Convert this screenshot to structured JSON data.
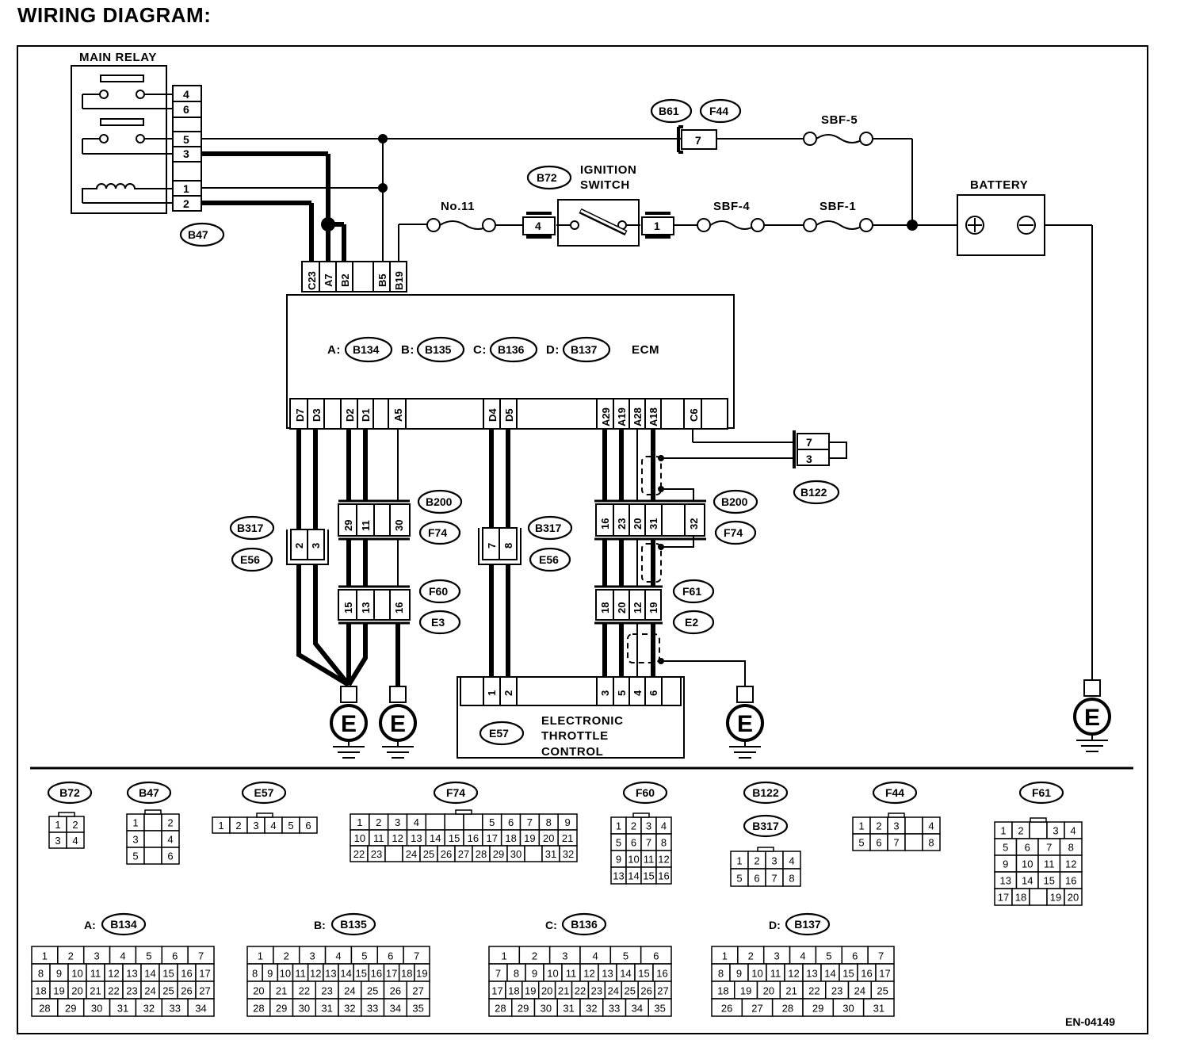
{
  "title": "WIRING DIAGRAM:",
  "doc_code": "EN-04149",
  "components": {
    "main_relay": {
      "label": "MAIN RELAY",
      "connector": "B47",
      "pins": [
        "4",
        "6",
        "5",
        "3",
        "1",
        "2"
      ]
    },
    "ecm": {
      "label": "ECM",
      "connectors": [
        {
          "prefix": "A:",
          "id": "B134"
        },
        {
          "prefix": "B:",
          "id": "B135"
        },
        {
          "prefix": "C:",
          "id": "B136"
        },
        {
          "prefix": "D:",
          "id": "B137"
        }
      ],
      "top_pins": [
        "C23",
        "A7",
        "B2",
        "B5",
        "B19"
      ],
      "bottom_pins_left": [
        "D7",
        "D3",
        "D2",
        "D1",
        "A5"
      ],
      "bottom_pins_mid": [
        "D4",
        "D5"
      ],
      "bottom_pins_right": [
        "A29",
        "A19",
        "A28",
        "A18",
        "C6"
      ]
    },
    "ignition_switch": {
      "label_1": "IGNITION",
      "label_2": "SWITCH",
      "connector": "B72",
      "pin_in": "4",
      "pin_out": "1"
    },
    "battery": {
      "label": "BATTERY"
    },
    "fuses": {
      "no11": "No.11",
      "sbf4": "SBF-4",
      "sbf1": "SBF-1",
      "sbf5": "SBF-5"
    },
    "b61_f44": {
      "c1": "B61",
      "c2": "F44",
      "pin": "7"
    },
    "b122": {
      "id": "B122",
      "pins": [
        "7",
        "3"
      ]
    },
    "throttle": {
      "id": "E57",
      "line1": "ELECTRONIC",
      "line2": "THROTTLE",
      "line3": "CONTROL",
      "pins_left": [
        "1",
        "2"
      ],
      "pins_right": [
        "3",
        "5",
        "4",
        "6"
      ]
    },
    "joints": {
      "b317_left": {
        "c1": "B317",
        "c2": "E56",
        "pins": [
          "2",
          "3"
        ]
      },
      "b317_mid": {
        "c1": "B317",
        "c2": "E56",
        "pins": [
          "7",
          "8"
        ]
      },
      "b200_left": {
        "c1": "B200",
        "c2": "F74",
        "pins": [
          "29",
          "11",
          "30"
        ]
      },
      "b200_right": {
        "c1": "B200",
        "c2": "F74",
        "pins": [
          "16",
          "23",
          "20",
          "31",
          "32"
        ]
      },
      "f60": {
        "c1": "F60",
        "c2": "E3",
        "pins": [
          "15",
          "13",
          "16"
        ]
      },
      "f61": {
        "c1": "F61",
        "c2": "E2",
        "pins": [
          "18",
          "20",
          "12",
          "19"
        ]
      }
    },
    "ground": "E"
  },
  "legend_row1": [
    {
      "id": "B72",
      "rows": [
        [
          "1",
          "2"
        ],
        [
          "3",
          "4"
        ]
      ]
    },
    {
      "id": "B47",
      "rows": [
        [
          "1",
          "",
          "2"
        ],
        [
          "3",
          "",
          "4"
        ],
        [
          "5",
          "",
          "6"
        ]
      ]
    },
    {
      "id": "E57",
      "rows": [
        [
          "1",
          "2",
          "3",
          "4",
          "5",
          "6"
        ]
      ]
    },
    {
      "id": "F74",
      "rows": [
        [
          "1",
          "2",
          "3",
          "4",
          "",
          "",
          "",
          "5",
          "6",
          "7",
          "8",
          "9"
        ],
        [
          "10",
          "11",
          "12",
          "13",
          "14",
          "15",
          "16",
          "17",
          "18",
          "19",
          "20",
          "21"
        ],
        [
          "22",
          "23",
          "",
          "24",
          "25",
          "26",
          "27",
          "28",
          "29",
          "30",
          "",
          "31",
          "32"
        ]
      ]
    },
    {
      "id": "F60",
      "rows": [
        [
          "1",
          "2",
          "3",
          "4"
        ],
        [
          "5",
          "6",
          "7",
          "8"
        ],
        [
          "9",
          "10",
          "11",
          "12"
        ],
        [
          "13",
          "14",
          "15",
          "16"
        ]
      ]
    },
    {
      "id": "B122",
      "id2": "B317",
      "rows": [
        [
          "1",
          "2",
          "3",
          "4"
        ],
        [
          "5",
          "6",
          "7",
          "8"
        ]
      ]
    },
    {
      "id": "F44",
      "rows": [
        [
          "1",
          "2",
          "3",
          "",
          "4"
        ],
        [
          "5",
          "6",
          "7",
          "",
          "8"
        ]
      ]
    },
    {
      "id": "F61",
      "rows": [
        [
          "1",
          "2",
          "",
          "3",
          "4"
        ],
        [
          "5",
          "6",
          "7",
          "8"
        ],
        [
          "9",
          "10",
          "11",
          "12"
        ],
        [
          "13",
          "14",
          "15",
          "16"
        ],
        [
          "17",
          "18",
          "",
          "19",
          "20"
        ]
      ]
    }
  ],
  "legend_row2": [
    {
      "prefix": "A:",
      "id": "B134",
      "rows": [
        [
          "1",
          "2",
          "3",
          "4",
          "5",
          "6",
          "7"
        ],
        [
          "8",
          "9",
          "10",
          "11",
          "12",
          "13",
          "14",
          "15",
          "16",
          "17"
        ],
        [
          "18",
          "19",
          "20",
          "21",
          "22",
          "23",
          "24",
          "25",
          "26",
          "27"
        ],
        [
          "28",
          "29",
          "30",
          "31",
          "32",
          "33",
          "34"
        ]
      ]
    },
    {
      "prefix": "B:",
      "id": "B135",
      "rows": [
        [
          "1",
          "2",
          "3",
          "4",
          "5",
          "6",
          "7"
        ],
        [
          "8",
          "9",
          "10",
          "11",
          "12",
          "13",
          "14",
          "15",
          "16",
          "17",
          "18",
          "19"
        ],
        [
          "20",
          "21",
          "22",
          "23",
          "24",
          "25",
          "26",
          "27"
        ],
        [
          "28",
          "29",
          "30",
          "31",
          "32",
          "33",
          "34",
          "35"
        ]
      ]
    },
    {
      "prefix": "C:",
      "id": "B136",
      "rows": [
        [
          "1",
          "2",
          "3",
          "4",
          "5",
          "6"
        ],
        [
          "7",
          "8",
          "9",
          "10",
          "11",
          "12",
          "13",
          "14",
          "15",
          "16"
        ],
        [
          "17",
          "18",
          "19",
          "20",
          "21",
          "22",
          "23",
          "24",
          "25",
          "26",
          "27"
        ],
        [
          "28",
          "29",
          "30",
          "31",
          "32",
          "33",
          "34",
          "35"
        ]
      ]
    },
    {
      "prefix": "D:",
      "id": "B137",
      "rows": [
        [
          "1",
          "2",
          "3",
          "4",
          "5",
          "6",
          "7"
        ],
        [
          "8",
          "9",
          "10",
          "11",
          "12",
          "13",
          "14",
          "15",
          "16",
          "17"
        ],
        [
          "18",
          "19",
          "20",
          "21",
          "22",
          "23",
          "24",
          "25"
        ],
        [
          "26",
          "27",
          "28",
          "29",
          "30",
          "31"
        ]
      ]
    }
  ]
}
